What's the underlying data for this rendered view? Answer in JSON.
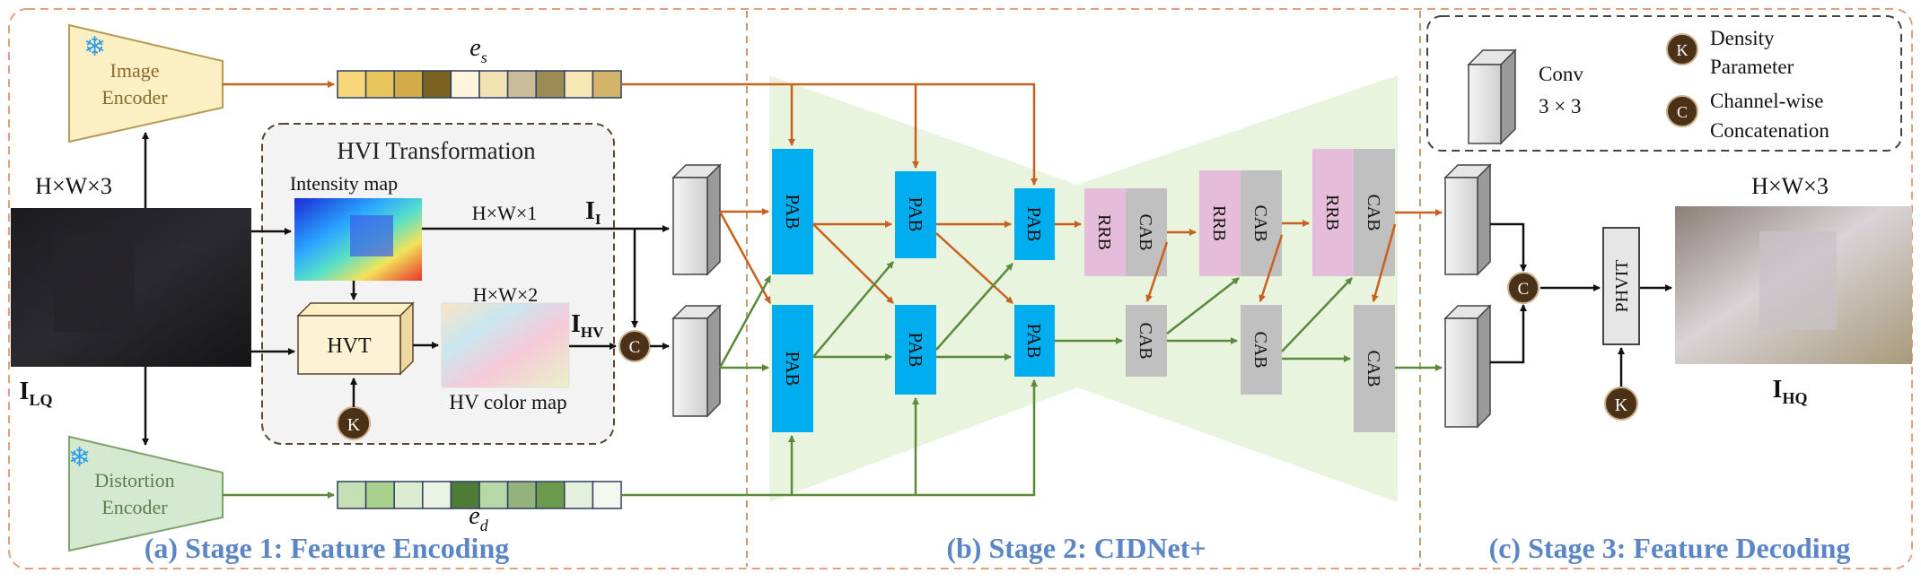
{
  "colors": {
    "frame": "#E3A07A",
    "stage_title": "#5B86C6",
    "orange_arrow": "#C8601E",
    "green_arrow": "#5A8A3A",
    "pab": "#00AEEF",
    "cab": "#C0C0C0",
    "rrb": "#E6BCDB",
    "knob": "#4A3117",
    "image_encoder": "#FCEFC3",
    "distortion_encoder": "#D5E8D0",
    "cidnet_bg": "#E8F4DE"
  },
  "stages": {
    "s1": "(a) Stage 1: Feature Encoding",
    "s2": "(b) Stage 2: CIDNet+",
    "s3": "(c) Stage 3: Feature Decoding"
  },
  "stage1": {
    "image_encoder": [
      "Image",
      "Encoder"
    ],
    "distortion_encoder": [
      "Distortion",
      "Encoder"
    ],
    "es": {
      "base": "e",
      "sub": "s"
    },
    "ed": {
      "base": "e",
      "sub": "d"
    },
    "es_colors": [
      "#F7D77A",
      "#E8C45C",
      "#D1AB48",
      "#7A6220",
      "#FDF6DC",
      "#F1E3B3",
      "#C9BD9B",
      "#9C8B55",
      "#F6E7B5",
      "#D4B46A"
    ],
    "ed_colors": [
      "#C5E0B4",
      "#A9D18E",
      "#DCEBD2",
      "#EAF3E4",
      "#4E7C34",
      "#B8D7A6",
      "#93B27C",
      "#6B9A4C",
      "#E4F0DC",
      "#F2F8EE"
    ],
    "input_dim": "H×W×3",
    "input_label": {
      "base": "I",
      "sub": "LQ"
    },
    "hvi_title": "HVI Transformation",
    "intensity_map": "Intensity map",
    "hvt": "HVT",
    "hv_color_map": "HV color map",
    "dim_hw1": "H×W×1",
    "dim_hw2": "H×W×2",
    "ii_label": {
      "base": "I",
      "sub": "I"
    },
    "ihv_label": {
      "base": "I",
      "sub": "HV"
    },
    "k": "K",
    "c": "C"
  },
  "stage2": {
    "pab": "PAB",
    "cab": "CAB",
    "rrb": "RRB"
  },
  "stage3": {
    "legend_conv": [
      "Conv",
      "3 × 3"
    ],
    "legend_k": [
      "Density",
      "Parameter"
    ],
    "legend_c": [
      "Channel-wise",
      "Concatenation"
    ],
    "phvit": "PHVIT",
    "output_dim": "H×W×3",
    "output_label": {
      "base": "I",
      "sub": "HQ"
    },
    "k": "K",
    "c": "C"
  }
}
